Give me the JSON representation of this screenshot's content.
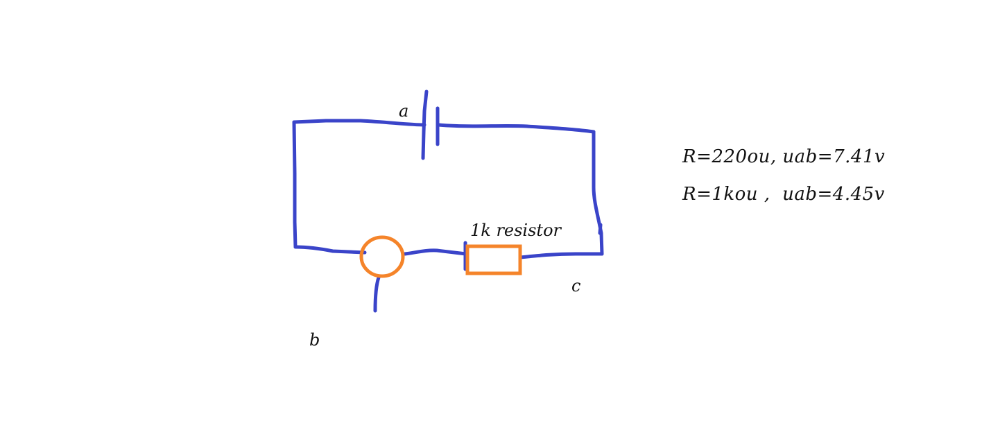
{
  "colors": {
    "wire": "#3a44c9",
    "component": "#f5842a",
    "text": "#111111",
    "background": "#ffffff"
  },
  "labels": {
    "node_a": "a",
    "node_b": "b",
    "node_c": "c",
    "resistor": "1k resistor"
  },
  "notes": [
    "R=220ou, uab=7.41v",
    "R=1kou ,  uab=4.45v"
  ]
}
